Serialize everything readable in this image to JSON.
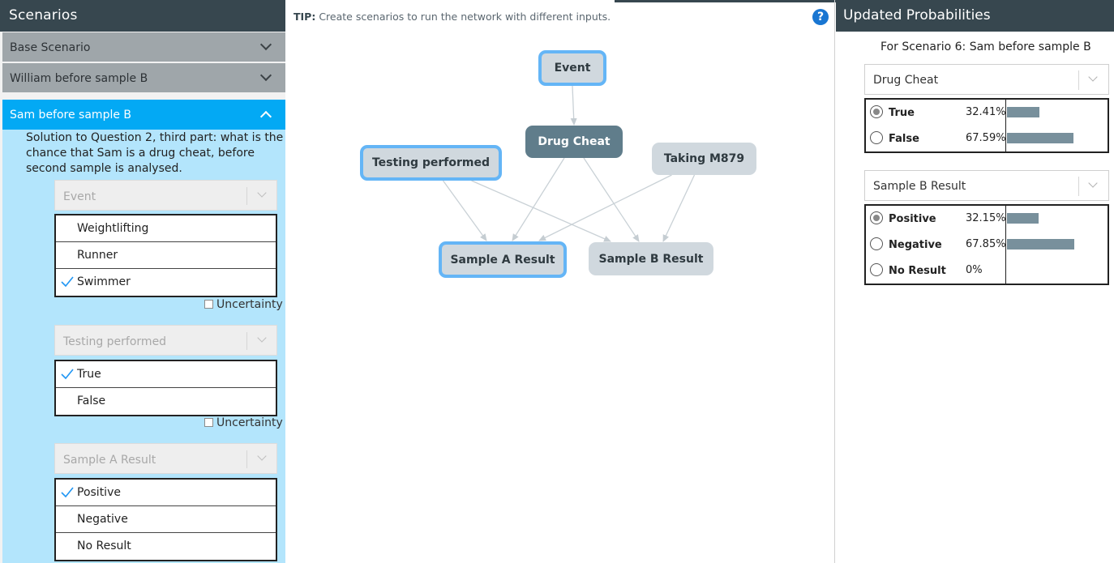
{
  "left_panel": {
    "title": "Scenarios",
    "scenarios": [
      {
        "label": "Base Scenario"
      },
      {
        "label": "William before sample B"
      },
      {
        "label": "Sam before sample B"
      }
    ],
    "active": {
      "description": "Solution to Question 2, third part: what is the chance that Sam is a drug cheat, before second sample is analysed.",
      "uncertainty_label": "Uncertainty",
      "variables": [
        {
          "name": "Event",
          "states": [
            "Weightlifting",
            "Runner",
            "Swimmer"
          ],
          "selected": "Swimmer"
        },
        {
          "name": "Testing performed",
          "states": [
            "True",
            "False"
          ],
          "selected": "True"
        },
        {
          "name": "Sample A Result",
          "states": [
            "Positive",
            "Negative",
            "No Result"
          ],
          "selected": "Positive"
        }
      ]
    }
  },
  "center": {
    "tip_prefix": "TIP:",
    "tip_text": "Create scenarios to run the network with different inputs.",
    "help_label": "?",
    "nodes": [
      {
        "id": "event",
        "label": "Event",
        "style": "selected"
      },
      {
        "id": "drug",
        "label": "Drug Cheat",
        "style": "dark"
      },
      {
        "id": "testing",
        "label": "Testing performed",
        "style": "selected"
      },
      {
        "id": "taking",
        "label": "Taking M879",
        "style": "plain"
      },
      {
        "id": "sampleA",
        "label": "Sample A Result",
        "style": "selected"
      },
      {
        "id": "sampleB",
        "label": "Sample B Result",
        "style": "plain"
      }
    ],
    "edges": [
      [
        "event",
        "drug"
      ],
      [
        "drug",
        "sampleA"
      ],
      [
        "drug",
        "sampleB"
      ],
      [
        "testing",
        "sampleA"
      ],
      [
        "testing",
        "sampleB"
      ],
      [
        "taking",
        "sampleA"
      ],
      [
        "taking",
        "sampleB"
      ]
    ]
  },
  "right_panel": {
    "title": "Updated Probabilities",
    "scenario_title": "For Scenario 6: Sam before sample B",
    "nodes": [
      {
        "name": "Drug Cheat",
        "states": [
          {
            "label": "True",
            "pct": "32.41%",
            "value": 0.3241,
            "selected": true
          },
          {
            "label": "False",
            "pct": "67.59%",
            "value": 0.6759,
            "selected": false
          }
        ]
      },
      {
        "name": "Sample B Result",
        "states": [
          {
            "label": "Positive",
            "pct": "32.15%",
            "value": 0.3215,
            "selected": true
          },
          {
            "label": "Negative",
            "pct": "67.85%",
            "value": 0.6785,
            "selected": false
          },
          {
            "label": "No Result",
            "pct": "0%",
            "value": 0,
            "selected": false
          }
        ]
      }
    ]
  },
  "colors": {
    "header": "#37474f",
    "active_scenario": "#03a9f4",
    "active_body": "#b3e5fc",
    "node_dark": "#607d8b",
    "node_grey": "#d0d8de",
    "node_selected_border": "#64b5f6",
    "prob_bar": "#78909c",
    "help": "#1976d2"
  }
}
